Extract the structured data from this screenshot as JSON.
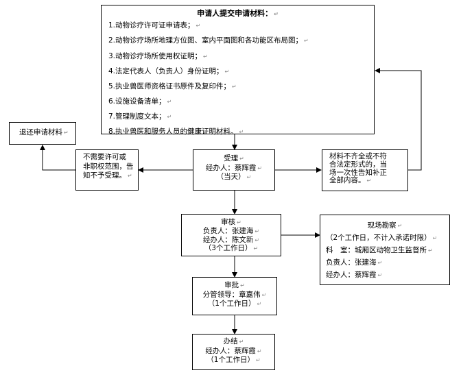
{
  "materials_box": {
    "title": "申请人提交申请材料：",
    "items": [
      "1.动物诊疗许可证申请表；",
      "2.动物诊疗场所地理方位图、室内平面图和各功能区布局图；",
      "3.动物诊疗场所使用权证明；",
      "4.法定代表人（负责人）身份证明；",
      "5.执业兽医师资格证书原件及复印件；",
      "6.设施设备清单；",
      "7.管理制度文本；",
      "8.执业兽医和服务人员的健康证明材料。"
    ]
  },
  "return_box": {
    "text": "退还申请材料"
  },
  "not_required_box": {
    "lines": [
      "不需要许可或",
      "非职权范围，告",
      "知不予受理。"
    ]
  },
  "accept_box": {
    "lines": [
      "受理",
      "经办人：蔡辉霞",
      "（当天）"
    ]
  },
  "incomplete_box": {
    "lines": [
      "材料不齐全或不符",
      "合法定形式的，当",
      "场一次性告知补正",
      "全部内容。"
    ]
  },
  "review_box": {
    "lines": [
      "审核",
      "负责人：张建海",
      "经办人：陈文新",
      "（3个工作日）"
    ]
  },
  "inspection_box": {
    "lines": [
      "现场勘察",
      "（2个工作日，不计入承诺时限）",
      "科　室：城厢区动物卫生监督所",
      "负责人：张建海",
      "经办人：蔡辉霞"
    ]
  },
  "approval_box": {
    "lines": [
      "审批",
      "分管领导：章嘉伟",
      "（1个工作日）"
    ]
  },
  "completion_box": {
    "lines": [
      "办结",
      "经办人：蔡辉霞",
      "（1个工作日）"
    ]
  },
  "paragraph_mark": "↵"
}
